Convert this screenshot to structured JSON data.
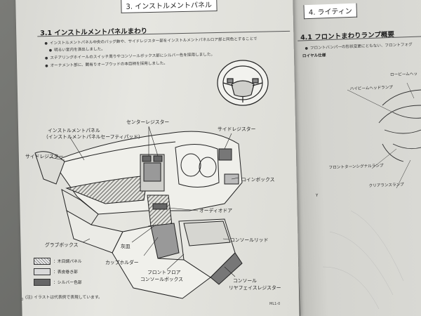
{
  "left_page": {
    "chapter_tab": "3. インストルメントパネル",
    "section_title": "3.1 インストルメントパネルまわり",
    "bullets": [
      "インストルメントパネル中央のバッグ飾や、サイドレジスター部をインストルメントパネルロア部と同色とすることで",
      "明るい室内を演出しました。",
      "ステアリングホイールのスイッチ周りやコンソールボックス部にシルバー色を採用しました。",
      "オーナメント部に、艶有りオーブウッドの本目柄を採用しました。"
    ],
    "labels": {
      "instrument_panel": "インストルメントパネル",
      "instrument_panel_sub": "（インストルメントパネルセーフティパッド）",
      "center_register": "センターレジスター",
      "side_register_right": "サイドレジスター",
      "side_register_left": "サイドレジスター",
      "coin_box": "コインボックス",
      "audio_door": "オーディオドア",
      "glove_box": "グラブボックス",
      "ashtray": "灰皿",
      "console_lid": "コンソールリッド",
      "cup_holder": "カップホルダー",
      "front_floor_console_1": "フロントフロア",
      "front_floor_console_2": "コンソールボックス",
      "console_rear_register_1": "コンソール",
      "console_rear_register_2": "リヤフェイスレジスター"
    },
    "legend": [
      {
        "label": "：木目調パネル",
        "pattern": "wood"
      },
      {
        "label": "：表皮巻き部",
        "pattern": "leather"
      },
      {
        "label": "：シルバー色部",
        "pattern": "silver"
      }
    ],
    "footnote": "(注) イラストは代表例で表現しています。",
    "page_number": "0",
    "corner_code": "ML1-0"
  },
  "right_page": {
    "chapter_tab": "4. ライティン",
    "section_title": "4.1 フロントまわりランプ概要",
    "bullet": "フロントバンパーの形状変更にともない、フロントフォグ",
    "model": "ロイヤル仕様",
    "labels": {
      "low_beam": "ロービームヘッ",
      "high_beam": "ハイビームヘッドランプ",
      "front_turn": "フロントターンシグナルランプ",
      "clearance": "クリアランスランプ",
      "mark_y": "Y"
    }
  },
  "colors": {
    "paper": "#e2e2dd",
    "background": "#6e6f6c",
    "ink": "#1a1a1a"
  }
}
